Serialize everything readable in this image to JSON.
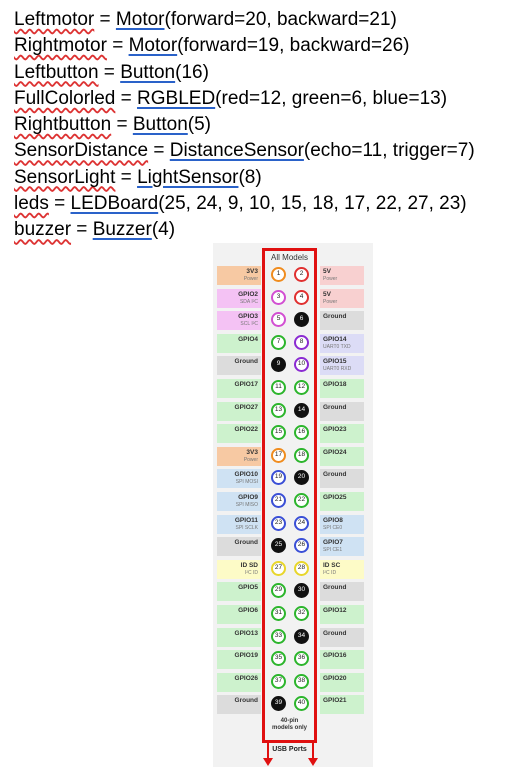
{
  "code_lines": [
    {
      "var": "Leftmotor",
      "op": " = ",
      "cls": "Motor",
      "args": "(forward=20, backward=21)"
    },
    {
      "var": "Rightmotor",
      "op": " = ",
      "cls": "Motor",
      "args": "(forward=19, backward=26)"
    },
    {
      "var": "Leftbutton",
      "op": " = ",
      "cls": "Button",
      "args": "(16)"
    },
    {
      "var": "FullColorled",
      "op": " = ",
      "cls": "RGBLED",
      "args": "(red=12, green=6, blue=13)"
    },
    {
      "var": "Rightbutton",
      "op": " = ",
      "cls": "Button",
      "args": "(5)"
    },
    {
      "var": "SensorDistance",
      "op": " = ",
      "cls": "DistanceSensor",
      "args": "(echo=11, trigger=7)"
    },
    {
      "var": "SensorLight",
      "op": " = ",
      "cls": "LightSensor",
      "args": "(8)"
    },
    {
      "var": "leds",
      "op": " = ",
      "cls": "LEDBoard",
      "args": "(25, 24, 9, 10, 15, 18, 17, 22, 27, 23)"
    },
    {
      "var": "buzzer",
      "op": " = ",
      "cls": "Buzzer",
      "args": "(4)"
    }
  ],
  "diagram": {
    "title": "All Models",
    "footer_note_line1": "40-pin",
    "footer_note_line2": "models only",
    "usb_label": "USB Ports",
    "colors": {
      "power3v3": "#f7c9a3",
      "power5v": "#f8d0d0",
      "i2c": "#f4c2f4",
      "ground": "#dcdcdc",
      "gpio": "#cdf2cd",
      "uart": "#dcdcf6",
      "spi": "#cfe2f3",
      "idsc": "#fdfbc7",
      "ring_green": "#2cb52c",
      "ring_orange": "#f08c1e",
      "ring_red": "#e03030",
      "ring_pink": "#d24fd2",
      "ring_purple": "#8b2bd2",
      "ring_blue": "#3a4fd6",
      "ring_yellow": "#e8d62a",
      "ring_black": "#111111"
    },
    "rows": [
      {
        "left": {
          "name": "3V3",
          "sub": "Power",
          "type": "power3v3"
        },
        "lpin": {
          "n": "1",
          "ring": "ring_orange"
        },
        "rpin": {
          "n": "2",
          "ring": "ring_red"
        },
        "right": {
          "name": "5V",
          "sub": "Power",
          "type": "power5v"
        }
      },
      {
        "left": {
          "name": "GPIO2",
          "sub": "SDA I²C",
          "type": "i2c"
        },
        "lpin": {
          "n": "3",
          "ring": "ring_pink"
        },
        "rpin": {
          "n": "4",
          "ring": "ring_red"
        },
        "right": {
          "name": "5V",
          "sub": "Power",
          "type": "power5v"
        }
      },
      {
        "left": {
          "name": "GPIO3",
          "sub": "SCL I²C",
          "type": "i2c"
        },
        "lpin": {
          "n": "5",
          "ring": "ring_pink"
        },
        "rpin": {
          "n": "6",
          "ring": "ring_black"
        },
        "right": {
          "name": "Ground",
          "sub": "",
          "type": "ground"
        }
      },
      {
        "left": {
          "name": "GPIO4",
          "sub": "",
          "type": "gpio"
        },
        "lpin": {
          "n": "7",
          "ring": "ring_green"
        },
        "rpin": {
          "n": "8",
          "ring": "ring_purple"
        },
        "right": {
          "name": "GPIO14",
          "sub": "UART0 TXD",
          "type": "uart"
        }
      },
      {
        "left": {
          "name": "Ground",
          "sub": "",
          "type": "ground"
        },
        "lpin": {
          "n": "9",
          "ring": "ring_black"
        },
        "rpin": {
          "n": "10",
          "ring": "ring_purple"
        },
        "right": {
          "name": "GPIO15",
          "sub": "UART0 RXD",
          "type": "uart"
        }
      },
      {
        "left": {
          "name": "GPIO17",
          "sub": "",
          "type": "gpio"
        },
        "lpin": {
          "n": "11",
          "ring": "ring_green"
        },
        "rpin": {
          "n": "12",
          "ring": "ring_green"
        },
        "right": {
          "name": "GPIO18",
          "sub": "",
          "type": "gpio"
        }
      },
      {
        "left": {
          "name": "GPIO27",
          "sub": "",
          "type": "gpio"
        },
        "lpin": {
          "n": "13",
          "ring": "ring_green"
        },
        "rpin": {
          "n": "14",
          "ring": "ring_black"
        },
        "right": {
          "name": "Ground",
          "sub": "",
          "type": "ground"
        }
      },
      {
        "left": {
          "name": "GPIO22",
          "sub": "",
          "type": "gpio"
        },
        "lpin": {
          "n": "15",
          "ring": "ring_green"
        },
        "rpin": {
          "n": "16",
          "ring": "ring_green"
        },
        "right": {
          "name": "GPIO23",
          "sub": "",
          "type": "gpio"
        }
      },
      {
        "left": {
          "name": "3V3",
          "sub": "Power",
          "type": "power3v3"
        },
        "lpin": {
          "n": "17",
          "ring": "ring_orange"
        },
        "rpin": {
          "n": "18",
          "ring": "ring_green"
        },
        "right": {
          "name": "GPIO24",
          "sub": "",
          "type": "gpio"
        }
      },
      {
        "left": {
          "name": "GPIO10",
          "sub": "SPI MOSI",
          "type": "spi"
        },
        "lpin": {
          "n": "19",
          "ring": "ring_blue"
        },
        "rpin": {
          "n": "20",
          "ring": "ring_black"
        },
        "right": {
          "name": "Ground",
          "sub": "",
          "type": "ground"
        }
      },
      {
        "left": {
          "name": "GPIO9",
          "sub": "SPI MISO",
          "type": "spi"
        },
        "lpin": {
          "n": "21",
          "ring": "ring_blue"
        },
        "rpin": {
          "n": "22",
          "ring": "ring_green"
        },
        "right": {
          "name": "GPIO25",
          "sub": "",
          "type": "gpio"
        }
      },
      {
        "left": {
          "name": "GPIO11",
          "sub": "SPI SCLK",
          "type": "spi"
        },
        "lpin": {
          "n": "23",
          "ring": "ring_blue"
        },
        "rpin": {
          "n": "24",
          "ring": "ring_blue"
        },
        "right": {
          "name": "GPIO8",
          "sub": "SPI CE0",
          "type": "spi"
        }
      },
      {
        "left": {
          "name": "Ground",
          "sub": "",
          "type": "ground"
        },
        "lpin": {
          "n": "25",
          "ring": "ring_black"
        },
        "rpin": {
          "n": "26",
          "ring": "ring_blue"
        },
        "right": {
          "name": "GPIO7",
          "sub": "SPI CE1",
          "type": "spi"
        }
      },
      {
        "left": {
          "name": "ID SD",
          "sub": "I²C ID",
          "type": "idsc"
        },
        "lpin": {
          "n": "27",
          "ring": "ring_yellow"
        },
        "rpin": {
          "n": "28",
          "ring": "ring_yellow"
        },
        "right": {
          "name": "ID SC",
          "sub": "I²C ID",
          "type": "idsc"
        }
      },
      {
        "left": {
          "name": "GPIO5",
          "sub": "",
          "type": "gpio"
        },
        "lpin": {
          "n": "29",
          "ring": "ring_green"
        },
        "rpin": {
          "n": "30",
          "ring": "ring_black"
        },
        "right": {
          "name": "Ground",
          "sub": "",
          "type": "ground"
        }
      },
      {
        "left": {
          "name": "GPIO6",
          "sub": "",
          "type": "gpio"
        },
        "lpin": {
          "n": "31",
          "ring": "ring_green"
        },
        "rpin": {
          "n": "32",
          "ring": "ring_green"
        },
        "right": {
          "name": "GPIO12",
          "sub": "",
          "type": "gpio"
        }
      },
      {
        "left": {
          "name": "GPIO13",
          "sub": "",
          "type": "gpio"
        },
        "lpin": {
          "n": "33",
          "ring": "ring_green"
        },
        "rpin": {
          "n": "34",
          "ring": "ring_black"
        },
        "right": {
          "name": "Ground",
          "sub": "",
          "type": "ground"
        }
      },
      {
        "left": {
          "name": "GPIO19",
          "sub": "",
          "type": "gpio"
        },
        "lpin": {
          "n": "35",
          "ring": "ring_green"
        },
        "rpin": {
          "n": "36",
          "ring": "ring_green"
        },
        "right": {
          "name": "GPIO16",
          "sub": "",
          "type": "gpio"
        }
      },
      {
        "left": {
          "name": "GPIO26",
          "sub": "",
          "type": "gpio"
        },
        "lpin": {
          "n": "37",
          "ring": "ring_green"
        },
        "rpin": {
          "n": "38",
          "ring": "ring_green"
        },
        "right": {
          "name": "GPIO20",
          "sub": "",
          "type": "gpio"
        }
      },
      {
        "left": {
          "name": "Ground",
          "sub": "",
          "type": "ground"
        },
        "lpin": {
          "n": "39",
          "ring": "ring_black"
        },
        "rpin": {
          "n": "40",
          "ring": "ring_green"
        },
        "right": {
          "name": "GPIO21",
          "sub": "",
          "type": "gpio"
        }
      }
    ]
  }
}
